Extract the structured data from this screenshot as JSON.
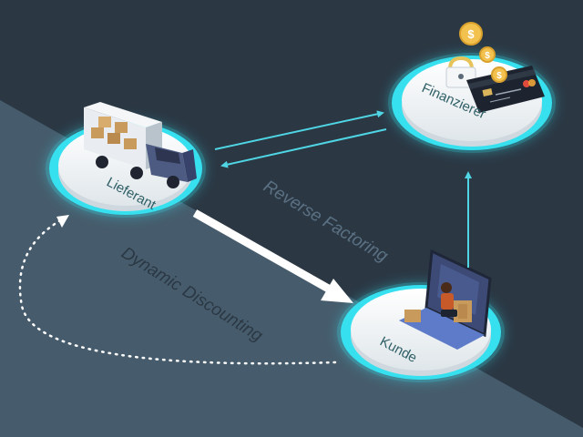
{
  "diagram": {
    "nodes": {
      "supplier": {
        "label": "Lieferant"
      },
      "financier": {
        "label": "Finanzierer"
      },
      "customer": {
        "label": "Kunde"
      }
    },
    "flows": {
      "reverse_factoring": {
        "label": "Reverse Factoring"
      },
      "dynamic_discounting": {
        "label": "Dynamic Discounting"
      }
    }
  },
  "colors": {
    "background_dark": "#2b3844",
    "background_light": "#465c6c",
    "ring_glow": "#36e0ef",
    "arrow_cyan": "#4fd5e3",
    "arrow_white": "#ffffff",
    "label_reverse": "#5b7183",
    "label_dynamic": "#2b3844"
  },
  "icons": {
    "supplier": "truck-icon",
    "financier": "credit-card-icon",
    "customer": "laptop-shopper-icon",
    "coins": "coin-icon"
  }
}
